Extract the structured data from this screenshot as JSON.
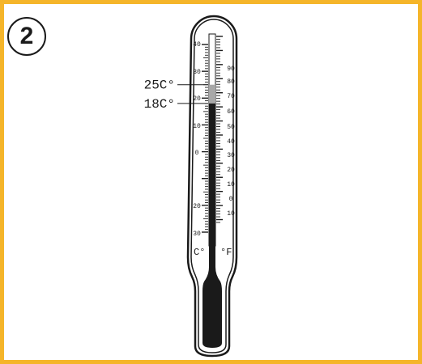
{
  "step_number": "2",
  "units": {
    "celsius": "C°",
    "fahrenheit": "°F"
  },
  "celsius_scale": {
    "min": -30,
    "max": 40,
    "labels": [
      "40",
      "30",
      "20",
      "10",
      "0",
      "20",
      "30"
    ]
  },
  "fahrenheit_scale": {
    "labels": [
      "90",
      "80",
      "70",
      "60",
      "50",
      "40",
      "30",
      "20",
      "10",
      "0",
      "10"
    ]
  },
  "callouts": [
    {
      "label": "25C°",
      "celsius": 25
    },
    {
      "label": "18C°",
      "celsius": 18
    }
  ],
  "reading": {
    "current_celsius": 18,
    "previous_celsius": 25
  },
  "colors": {
    "border": "#f5b52a",
    "liquid": "#1a1a1a",
    "previous_level": "#a8a8a8",
    "outline": "#1a1a1a"
  }
}
